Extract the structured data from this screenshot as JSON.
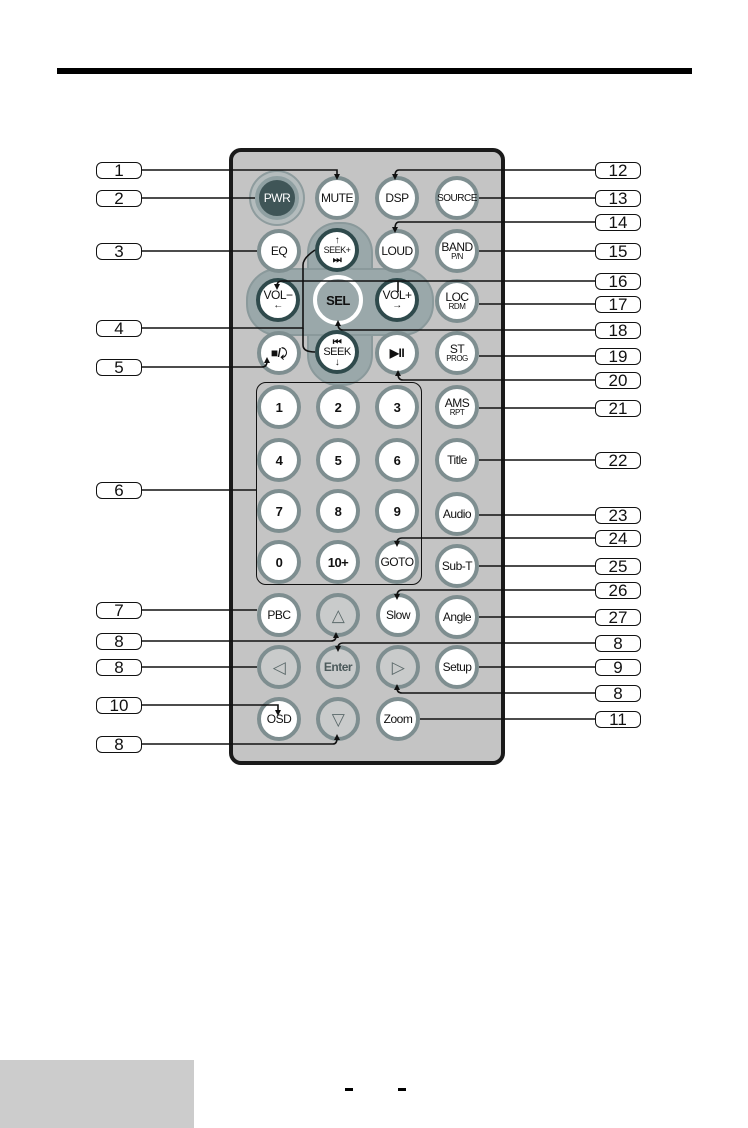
{
  "page": {
    "title_rule": true
  },
  "remote": {
    "buttons": {
      "pwr": "PWR",
      "mute": "MUTE",
      "dsp": "DSP",
      "source": "SOURCE",
      "eq": "EQ",
      "seek_up": {
        "top": "↑",
        "label": "SEEK+",
        "bottom": "⏭"
      },
      "loud": "LOUD",
      "band": {
        "label": "BAND",
        "sub": "P/N"
      },
      "vol_down": {
        "label": "VOL−",
        "bottom": "←"
      },
      "sel": "SEL",
      "vol_up": {
        "label": "VOL+",
        "bottom": "→"
      },
      "loc": {
        "label": "LOC",
        "sub": "RDM"
      },
      "stop": "■/⤸",
      "seek_down": {
        "top": "⏮",
        "label": "SEEK",
        "bottom": "↓"
      },
      "play_pause": "▶II",
      "st": {
        "label": "ST",
        "sub": "PROG"
      },
      "num1": "1",
      "num2": "2",
      "num3": "3",
      "num4": "4",
      "num5": "5",
      "num6": "6",
      "num7": "7",
      "num8": "8",
      "num9": "9",
      "num0": "0",
      "num10plus": "10+",
      "ams": {
        "label": "AMS",
        "sub": "RPT"
      },
      "title": "Title",
      "audio": "Audio",
      "goto": "GOTO",
      "subt": "Sub-T",
      "pbc": "PBC",
      "up": "△",
      "slow": "Slow",
      "angle": "Angle",
      "left": "◁",
      "enter": "Enter",
      "right": "▷",
      "setup": "Setup",
      "osd": "OSD",
      "down": "▽",
      "zoom": "Zoom"
    }
  },
  "callouts": {
    "left": [
      "1",
      "2",
      "3",
      "4",
      "5",
      "6",
      "7",
      "8",
      "8",
      "10",
      "8"
    ],
    "right": [
      "12",
      "13",
      "14",
      "15",
      "16",
      "17",
      "18",
      "19",
      "20",
      "21",
      "22",
      "23",
      "24",
      "25",
      "26",
      "27",
      "8",
      "9",
      "8",
      "11"
    ]
  },
  "footer": {
    "dash1": "–",
    "dash2": "–"
  }
}
